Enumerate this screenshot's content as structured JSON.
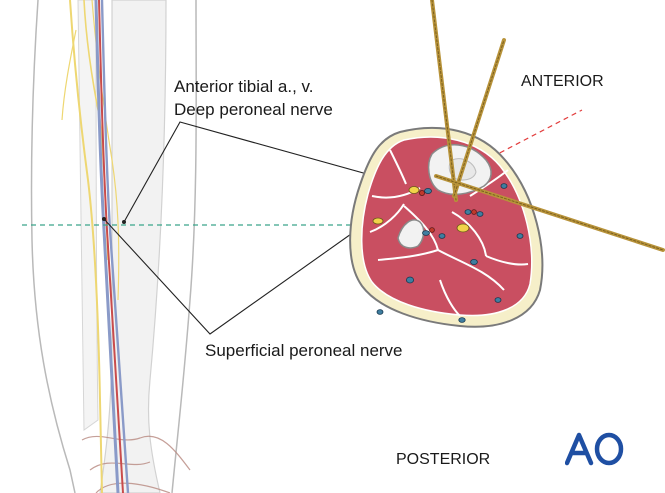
{
  "labels": {
    "anterior_tibial": "Anterior tibial a., v.",
    "deep_peroneal": "Deep peroneal nerve",
    "superficial_peroneal": "Superficial peroneal nerve",
    "anterior": "ANTERIOR",
    "posterior": "POSTERIOR"
  },
  "logo": {
    "text": "AO",
    "color": "#1f4fa3"
  },
  "colors": {
    "muscle": "#c94f61",
    "fat": "#f6efc9",
    "skin_outline": "#7a7a7a",
    "nerve": "#f1d34a",
    "artery": "#c0392b",
    "vein": "#5b6fb0",
    "bone": "#f2f2f2",
    "pin": "#b8933a",
    "red_guide": "#e23c3c",
    "green_guide": "#3aa58a"
  }
}
